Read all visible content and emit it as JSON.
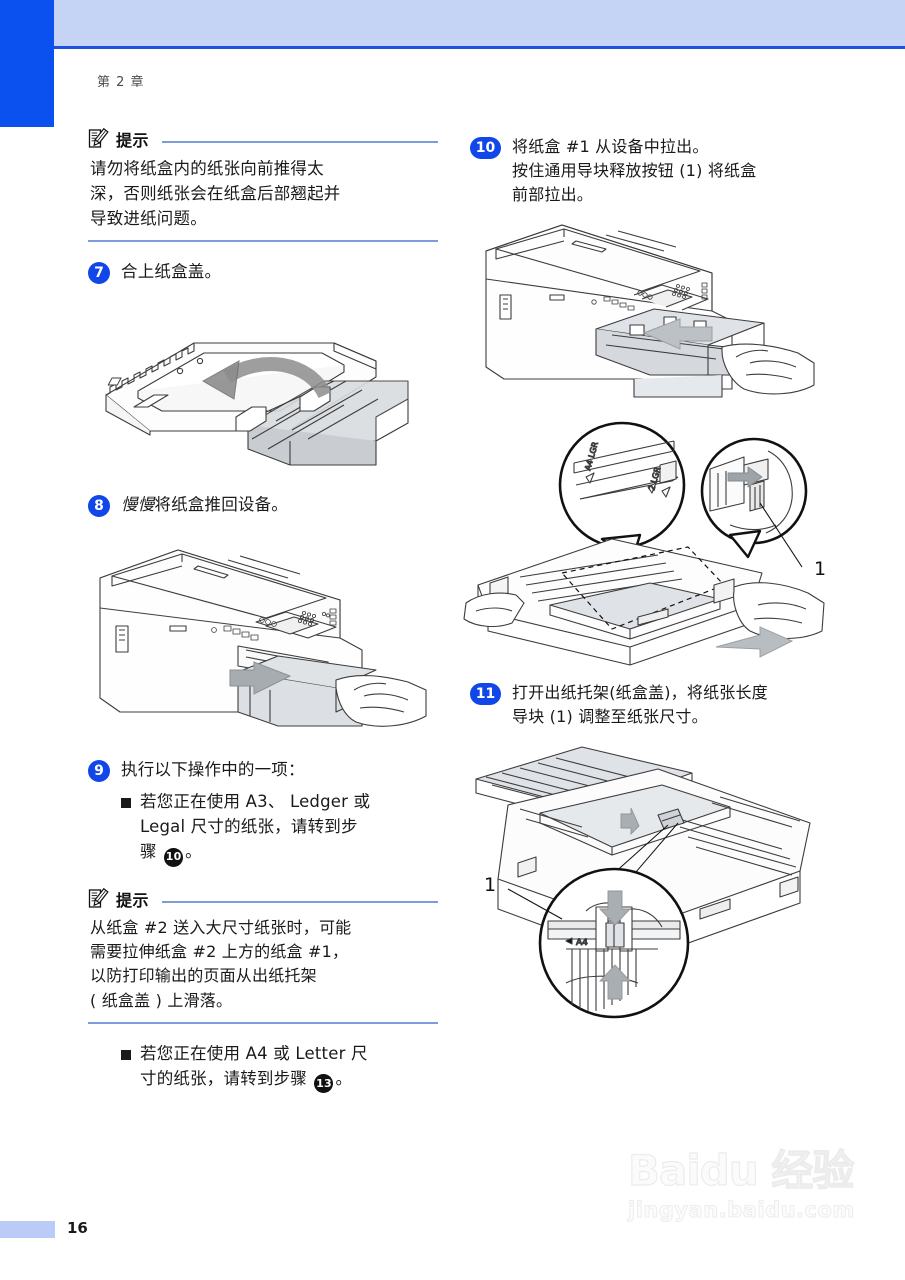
{
  "page": {
    "chapter": "第 2 章",
    "number": "16",
    "accent_blue": "#0a51f0",
    "band_blue": "#c5d3f5",
    "rule_blue": "#1f4fe0",
    "badge_blue": "#1147e8",
    "note_rule_blue": "#7b9edb"
  },
  "watermark": {
    "main": "Baidu 经验",
    "sub": "jingyan.baidu.com"
  },
  "left_column": {
    "note_1": {
      "icon": "note-pencil-icon",
      "title": "提示",
      "lines": [
        "请勿将纸盒内的纸张向前推得太",
        "深，否则纸张会在纸盒后部翘起并",
        "导致进纸问题。"
      ]
    },
    "step_7": {
      "number": "7",
      "lines": [
        "合上纸盒盖。"
      ],
      "figure": "paper-tray-close-cover-illustration"
    },
    "step_8": {
      "number": "8",
      "emphasis": "慢慢",
      "rest": "将纸盒推回设备。",
      "figure": "printer-push-tray-illustration"
    },
    "step_9": {
      "number": "9",
      "lines": [
        "执行以下操作中的一项："
      ],
      "bullet_1": {
        "lines": [
          "若您正在使用 A3、 Ledger 或",
          "Legal 尺寸的纸张，请转到步"
        ],
        "last_prefix": "骤 ",
        "last_badge": "10",
        "last_suffix": "。"
      },
      "bullet_2": {
        "lines": [
          "若您正在使用 A4 或 Letter 尺"
        ],
        "last_prefix": "寸的纸张，请转到步骤 ",
        "last_badge": "13",
        "last_suffix": "。"
      }
    },
    "note_2": {
      "icon": "note-pencil-icon",
      "title": "提示",
      "lines": [
        "从纸盒 #2 送入大尺寸纸张时，可能",
        "需要拉伸纸盒 #2 上方的纸盒 #1，",
        "以防打印输出的页面从出纸托架",
        "( 纸盒盖 ) 上滑落。"
      ]
    }
  },
  "right_column": {
    "step_10": {
      "number": "10",
      "lines": [
        "将纸盒 #1 从设备中拉出。",
        "按住通用导块释放按钮 (1) 将纸盒",
        "前部拉出。"
      ],
      "figure_a": "printer-pull-tray-out-illustration",
      "figure_b": "tray-guide-release-button-callout-illustration",
      "figure_b_label": "1"
    },
    "step_11": {
      "number": "11",
      "lines": [
        "打开出纸托架(纸盒盖)，将纸张长度",
        "导块 (1) 调整至纸张尺寸。"
      ],
      "figure": "paper-length-guide-adjust-illustration",
      "figure_label": "1",
      "figure_mark": "A4"
    }
  }
}
